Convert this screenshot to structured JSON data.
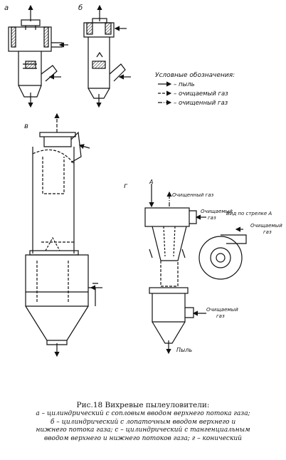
{
  "labels": {
    "a": "а",
    "b": "б",
    "v": "в",
    "g": "г",
    "arrow_a": "А"
  },
  "legend": {
    "title": "Условные обозначения:",
    "items": [
      "– пыль",
      "– очищаемый газ",
      "– очищенный газ"
    ]
  },
  "annotations": {
    "clean_gas": "Очищенный газ",
    "dirty_gas_top_1": "Очищаемый",
    "dirty_gas_top_2": "газ",
    "view_a": "Вид по стрелке А",
    "dirty_gas_view_1": "Очищаемый",
    "dirty_gas_view_2": "газ",
    "dirty_gas_bottom_1": "Очищаемый",
    "dirty_gas_bottom_2": "газ",
    "dust": "Пыль"
  },
  "caption": {
    "title": "Рис.18  Вихревые пылеуловители:",
    "lines": [
      "а – цилиндрический с сопловым вводом верхнего потока газа;",
      "б – цилиндрический с лопаточным вводом верхнего и",
      "нижнего потока газа; с – цилиндрический с тангенциальным",
      "вводом верхнего и нижнего потоков газа; г – конический"
    ]
  }
}
